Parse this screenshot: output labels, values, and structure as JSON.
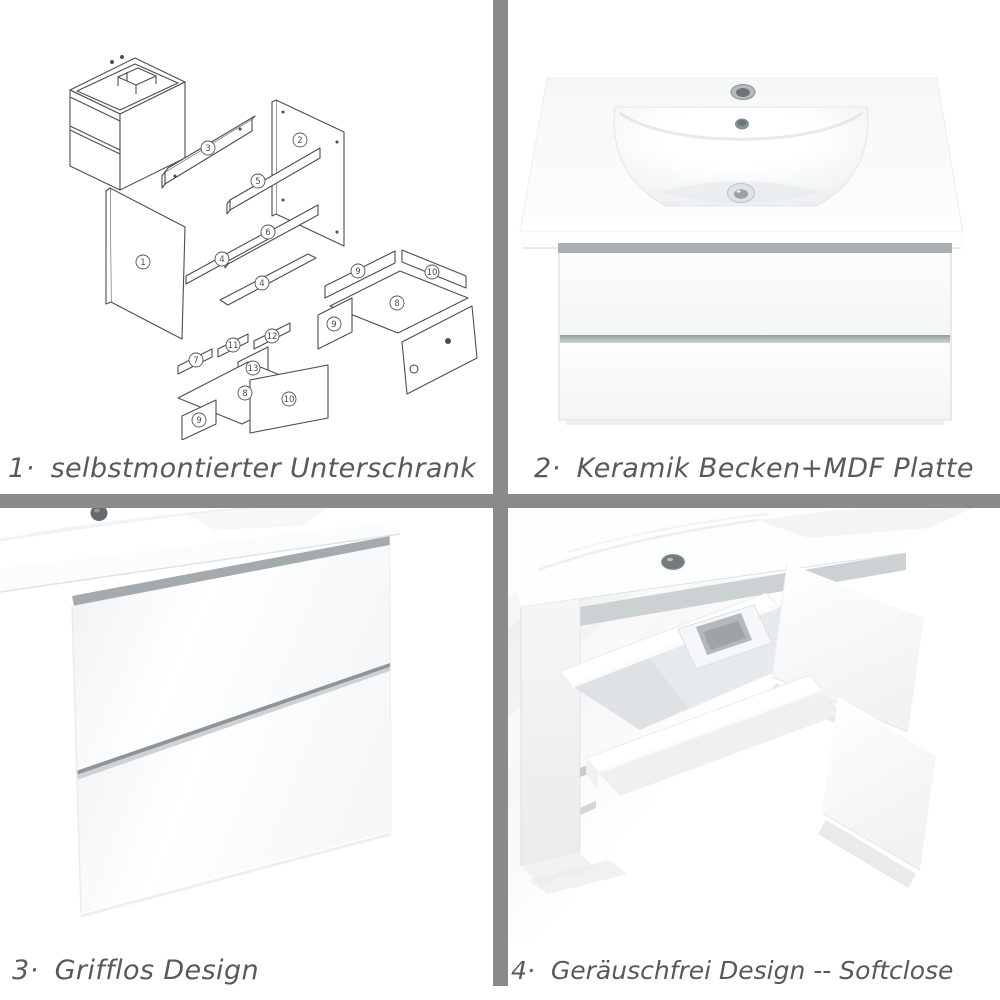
{
  "collage": {
    "language": "de",
    "colors": {
      "divider": "#8a8a8c",
      "caption_text": "#58595b",
      "background": "#ffffff",
      "drawer_gap": "#8e959a",
      "under_slab_band": "#a9afb3"
    },
    "quadrants": [
      {
        "id": "1",
        "caption": {
          "num": "1·",
          "text": "selbstmontierter Unterschrank"
        },
        "content": "exploded assembly line drawing of the base cabinet with numbered parts"
      },
      {
        "id": "2",
        "caption": {
          "num": "2·",
          "text": "Keramik Becken+MDF Platte"
        },
        "content": "white vanity with ceramic basin top, faucet hole, overflow and drain, two drawers"
      },
      {
        "id": "3",
        "caption": {
          "num": "3·",
          "text": "Grifflos Design"
        },
        "content": "close-up of handle-less drawer fronts under the basin slab"
      },
      {
        "id": "4",
        "caption": {
          "num": "4·",
          "text": "Geräuschfrei Design -- Softclose"
        },
        "content": "vanity with both soft-close drawers pulled open, square siphon cutout visible"
      }
    ],
    "diagram": {
      "parts": [
        "1",
        "2",
        "3",
        "5",
        "6",
        "4",
        "4",
        "9",
        "10",
        "8",
        "9",
        "7",
        "11",
        "12",
        "13",
        "8",
        "10",
        "9"
      ]
    }
  }
}
